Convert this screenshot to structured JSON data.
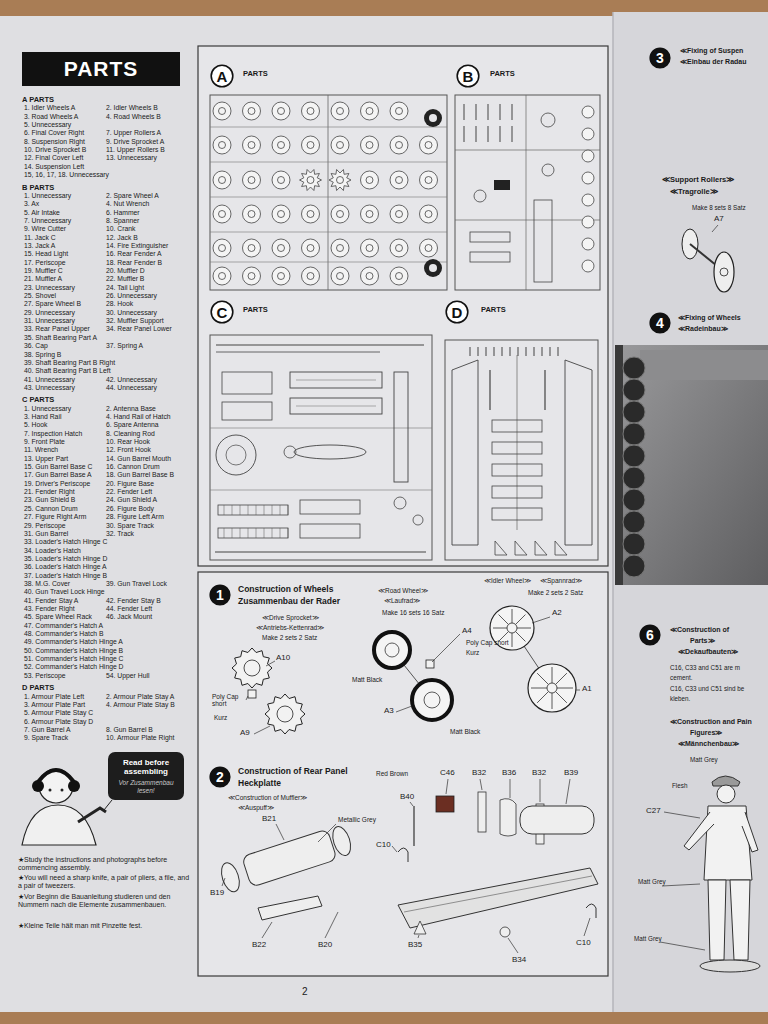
{
  "diagram": {
    "nodes": [
      {
        "text": [
          "PARTS"
        ]
      },
      {
        "text": [
          "A"
        ]
      },
      {
        "text": [
          "B"
        ]
      },
      {
        "text": [
          "C"
        ]
      },
      {
        "text": [
          "D"
        ]
      },
      {
        "text": [
          "Read before assembling",
          "Vor Zusammenbau lesen!"
        ]
      },
      {
        "text": [
          "1"
        ]
      },
      {
        "text": [
          "2"
        ]
      },
      {
        "text": [
          "3"
        ]
      },
      {
        "text": [
          "4"
        ]
      },
      {
        "text": [
          "6"
        ]
      }
    ],
    "labels": [
      "A PARTS",
      "1. Idler Wheels A",
      "2. Idler Wheels B",
      "3. Road Wheels A",
      "4. Road Wheels B",
      "5. Unnecessary",
      "6. Final Cover Right",
      "7. Upper Rollers A",
      "8. Suspension Right",
      "9. Drive Sprocket A",
      "10. Drive Sprocket B",
      "11. Upper Rollers B",
      "12. Final Cover Left",
      "13. Unnecessary",
      "14. Suspension Left",
      "15, 16, 17, 18. Unnecessary",
      "B PARTS",
      "1. Unnecessary",
      "2. Spare Wheel A",
      "3. Ax",
      "4. Nut Wrench",
      "5. Air Intake",
      "6. Hammer",
      "7. Unnecessary",
      "8. Spanner",
      "9. Wire Cutter",
      "10. Crank",
      "11. Jack C",
      "12. Jack B",
      "13. Jack A",
      "14. Fire Extinguisher",
      "15. Head Light",
      "16. Rear Fender A",
      "17. Periscope",
      "18. Rear Fender B",
      "19. Muffler C",
      "20. Muffler D",
      "21. Muffler A",
      "22. Muffler B",
      "23. Unnecessary",
      "24. Tail Light",
      "25. Shovel",
      "26. Unnecessary",
      "27. Spare Wheel B",
      "28. Hook",
      "29. Unnecessary",
      "30. Unnecessary",
      "31. Unnecessary",
      "32. Muffler Support",
      "33. Rear Panel Upper",
      "34. Rear Panel Lower",
      "35. Shaft Bearing Part A",
      "36. Cap",
      "37. Spring A",
      "38. Spring B",
      "39. Shaft Bearing Part B Right",
      "40. Shaft Bearing Part B Left",
      "41. Unnecessary",
      "42. Unnecessary",
      "43. Unnecessary",
      "44. Unnecessary",
      "C PARTS",
      "1. Unnecessary",
      "2. Antenna Base",
      "3. Hand Rail",
      "4. Hand Rail of Hatch",
      "5. Hook",
      "6. Spare Antenna",
      "7. Inspection Hatch",
      "8. Cleaning Rod",
      "9. Front Plate",
      "10. Rear Hook",
      "11. Wrench",
      "12. Front Hook",
      "13. Upper Part",
      "14. Gun Barrel Mouth",
      "15. Gun Barrel Base C",
      "16. Cannon Drum",
      "17. Gun Barrel Base A",
      "18. Gun Barrel Base B",
      "19. Driver's Periscope",
      "20. Figure Base",
      "21. Fender Right",
      "22. Fender Left",
      "23. Gun Shield B",
      "24. Gun Shield A",
      "25. Cannon Drum",
      "26. Figure Body",
      "27. Figure Right Arm",
      "28. Figure Left Arm",
      "29. Periscope",
      "30. Spare Track",
      "31. Gun Barrel",
      "32. Track",
      "33. Loader's Hatch Hinge C",
      "34. Loader's Hatch",
      "35. Loader's Hatch Hinge D",
      "36. Loader's Hatch Hinge A",
      "37. Loader's Hatch Hinge B",
      "38. M.G. Cover",
      "39. Gun Travel Lock",
      "40. Gun Travel Lock Hinge",
      "41. Fender Stay A",
      "42. Fender Stay B",
      "43. Fender Right",
      "44. Fender Left",
      "45. Spare Wheel Rack",
      "46. Jack Mount",
      "47. Commander's Hatch A",
      "48. Commander's Hatch B",
      "49. Commander's Hatch Hinge A",
      "50. Commander's Hatch Hinge B",
      "51. Commander's Hatch Hinge C",
      "52. Commander's Hatch Hinge D",
      "53. Periscope",
      "54. Upper Hull",
      "D PARTS",
      "1. Armour Plate Left",
      "2. Armour Plate Stay A",
      "3. Armour Plate Part",
      "4. Armour Plate Stay B",
      "5. Armour Plate Stay C",
      "6. Armour Plate Stay D",
      "7. Gun Barrel A",
      "8. Gun Barrel B",
      "9. Spare Track",
      "10. Armour Plate Right",
      "PARTS",
      "PARTS",
      "PARTS",
      "PARTS",
      "Construction of Wheels",
      "Zusammenbau der Rader",
      "≪Drive Sprocket≫",
      "≪Antriebs-Kettenrad≫",
      "Make 2 sets 2 Satz",
      "A10",
      "Poly Cap short",
      "Kurz",
      "A9",
      "≪Road Wheel≫",
      "≪Laufrad≫",
      "Make 16 sets 16 Satz",
      "A4",
      "Poly Cap short",
      "Kurz",
      "Matt Black",
      "A3",
      "Matt Black",
      "≪Idler Wheel≫",
      "≪Spannrad≫",
      "Make 2 sets 2 Satz",
      "A2",
      "A1",
      "Construction of Rear Panel",
      "Heckplatte",
      "≪Construction of Muffler≫",
      "≪Auspuff≫",
      "B21",
      "Metallic Grey",
      "B19",
      "B22",
      "B20",
      "Red Brown",
      "C46",
      "B32",
      "B36",
      "B32",
      "B39",
      "B40",
      "C10",
      "B35",
      "B34",
      "C10",
      "2",
      "★Study the instructions and photographs before commencing assembly.",
      "★You will need a sharp knife, a pair of pliers, a file, and a pair of tweezers.",
      "★Vor Beginn die Bauanleitung studieren und den Nummern nach die Elemente zusammenbauen.",
      "★Kleine Teile hält man mit Pinzette fest.",
      "≪Fixing of Suspen",
      "≪Einbau der Radau",
      "≪Support Rollers≫",
      "≪Tragrolle≫",
      "Make 8 sets 8 Satz",
      "A7",
      "≪Fixing of Wheels",
      "≪Radeinbau≫",
      "≪Construction of",
      "Parts≫",
      "≪Dekaufbauten≫",
      "C16, C33 and C51 are m",
      "cement.",
      "C16, C33 und C51 sind be",
      "kleben.",
      "≪Construction and Pain",
      "Figures≫",
      "≪Männchenbau≫",
      "Matt Grey",
      "Flesh",
      "C27",
      "Matt Grey",
      "Matt Grey"
    ]
  }
}
